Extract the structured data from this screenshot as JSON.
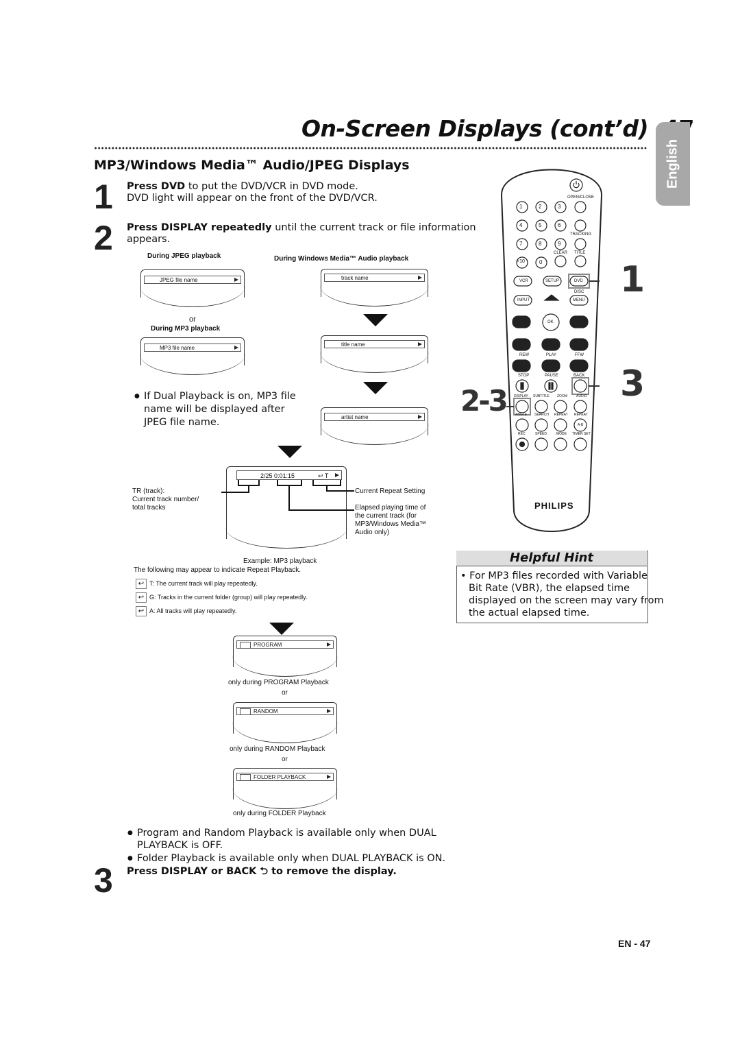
{
  "page": {
    "title": "On-Screen Displays (cont’d)",
    "page_number": "47",
    "language_tab": "English",
    "section_heading": "MP3/Windows Media™ Audio/JPEG Displays",
    "footer": "EN - 47"
  },
  "steps": {
    "s1_num": "1",
    "s1_bold": "Press DVD",
    "s1_rest": " to put the DVD/VCR in DVD mode.",
    "s1_line2": "DVD light will appear on the front of the DVD/VCR.",
    "s2_num": "2",
    "s2_bold": "Press DISPLAY repeatedly",
    "s2_rest": " until the current track or file information",
    "s2_line2": "appears.",
    "s3_num": "3",
    "s3_text": "Press DISPLAY or BACK ⮌ to remove the display."
  },
  "screens": {
    "jpeg_label": "During JPEG playback",
    "jpeg_bar": "JPEG file name",
    "or1": "or",
    "mp3_label": "During MP3 playback",
    "mp3_bar": "MP3 file name",
    "wma_label": "During Windows Media™ Audio playback",
    "wma_bar1": "track name",
    "wma_bar2": "title name",
    "wma_bar3": "artist name",
    "dual_note_1": "If Dual Playback is on, MP3 file",
    "dual_note_2": "name will be displayed after",
    "dual_note_3": "JPEG file name.",
    "example_bar": "2/25   0:01:15",
    "example_mode": "T",
    "tr_label_1": "TR (track):",
    "tr_label_2": "Current track number/",
    "tr_label_3": "total tracks",
    "repeat_setting": "Current Repeat Setting",
    "elapsed_1": "Elapsed playing time of",
    "elapsed_2": "the current track (for",
    "elapsed_3": "MP3/Windows Media™",
    "elapsed_4": "Audio only)",
    "example_caption": "Example: MP3 playback",
    "repeat_intro": "The following may appear to indicate Repeat Playback.",
    "repeat_t": "T: The current track will play repeatedly.",
    "repeat_g": "G: Tracks in the current folder (group) will play repeatedly.",
    "repeat_a": "A: All tracks will play repeatedly.",
    "program_bar": "PROGRAM",
    "program_caption": "only during PROGRAM Playback",
    "or2": "or",
    "random_bar": "RANDOM",
    "random_caption": "only during RANDOM Playback",
    "or3": "or",
    "folder_bar": "FOLDER PLAYBACK",
    "folder_caption": "only during FOLDER Playback"
  },
  "notes": {
    "n1_line1": "Program and Random Playback is available only when DUAL",
    "n1_line2": "PLAYBACK is OFF.",
    "n2": "Folder Playback is available only when DUAL PLAYBACK is ON."
  },
  "hint": {
    "heading": "Helpful Hint",
    "l1": "• For MP3 files recorded with Variable",
    "l2": "Bit Rate (VBR), the elapsed time",
    "l3": "displayed on the screen may vary from",
    "l4": "the actual elapsed time."
  },
  "remote": {
    "brand": "PHILIPS",
    "open_close": "OPEN/CLOSE",
    "tracking": "TRACKING",
    "clear": "CLEAR",
    "title": "TITLE",
    "disc": "DISC",
    "vcr": "VCR",
    "setup": "SETUP",
    "dvd": "DVD",
    "input": "INPUT",
    "menu": "MENU",
    "ok": "OK",
    "rew": "REW",
    "play": "PLAY",
    "ffw": "FFW",
    "stop": "STOP",
    "pause": "PAUSE",
    "back": "BACK",
    "display": "DISPLAY",
    "subtitle": "SUBTITLE",
    "zoom": "ZOOM",
    "audio": "AUDIO",
    "angle": "ANGLE",
    "search": "SEARCH",
    "repeat1": "REPEAT",
    "repeat2": "REPEAT",
    "ab": "A-B",
    "rec": "REC",
    "speed": "SPEED",
    "mode": "MODE",
    "timer_set": "TIMER SET",
    "callout_1": "1",
    "callout_3": "3",
    "callout_23": "2-3",
    "k1": "1",
    "k2": "2",
    "k3": "3",
    "k4": "4",
    "k5": "5",
    "k6": "6",
    "k7": "7",
    "k8": "8",
    "k9": "9",
    "k10": "+10",
    "k0": "0"
  }
}
